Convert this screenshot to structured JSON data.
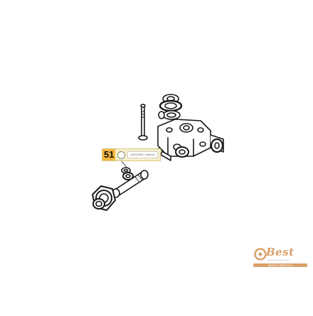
{
  "diagram": {
    "callout": {
      "number": "51",
      "description": "26100590 | Washer"
    }
  },
  "logo": {
    "word": "Best",
    "tagline": "landmower spare parts",
    "url": "WWW.LOBEST.HU",
    "accent_color": "#d9a06a"
  }
}
